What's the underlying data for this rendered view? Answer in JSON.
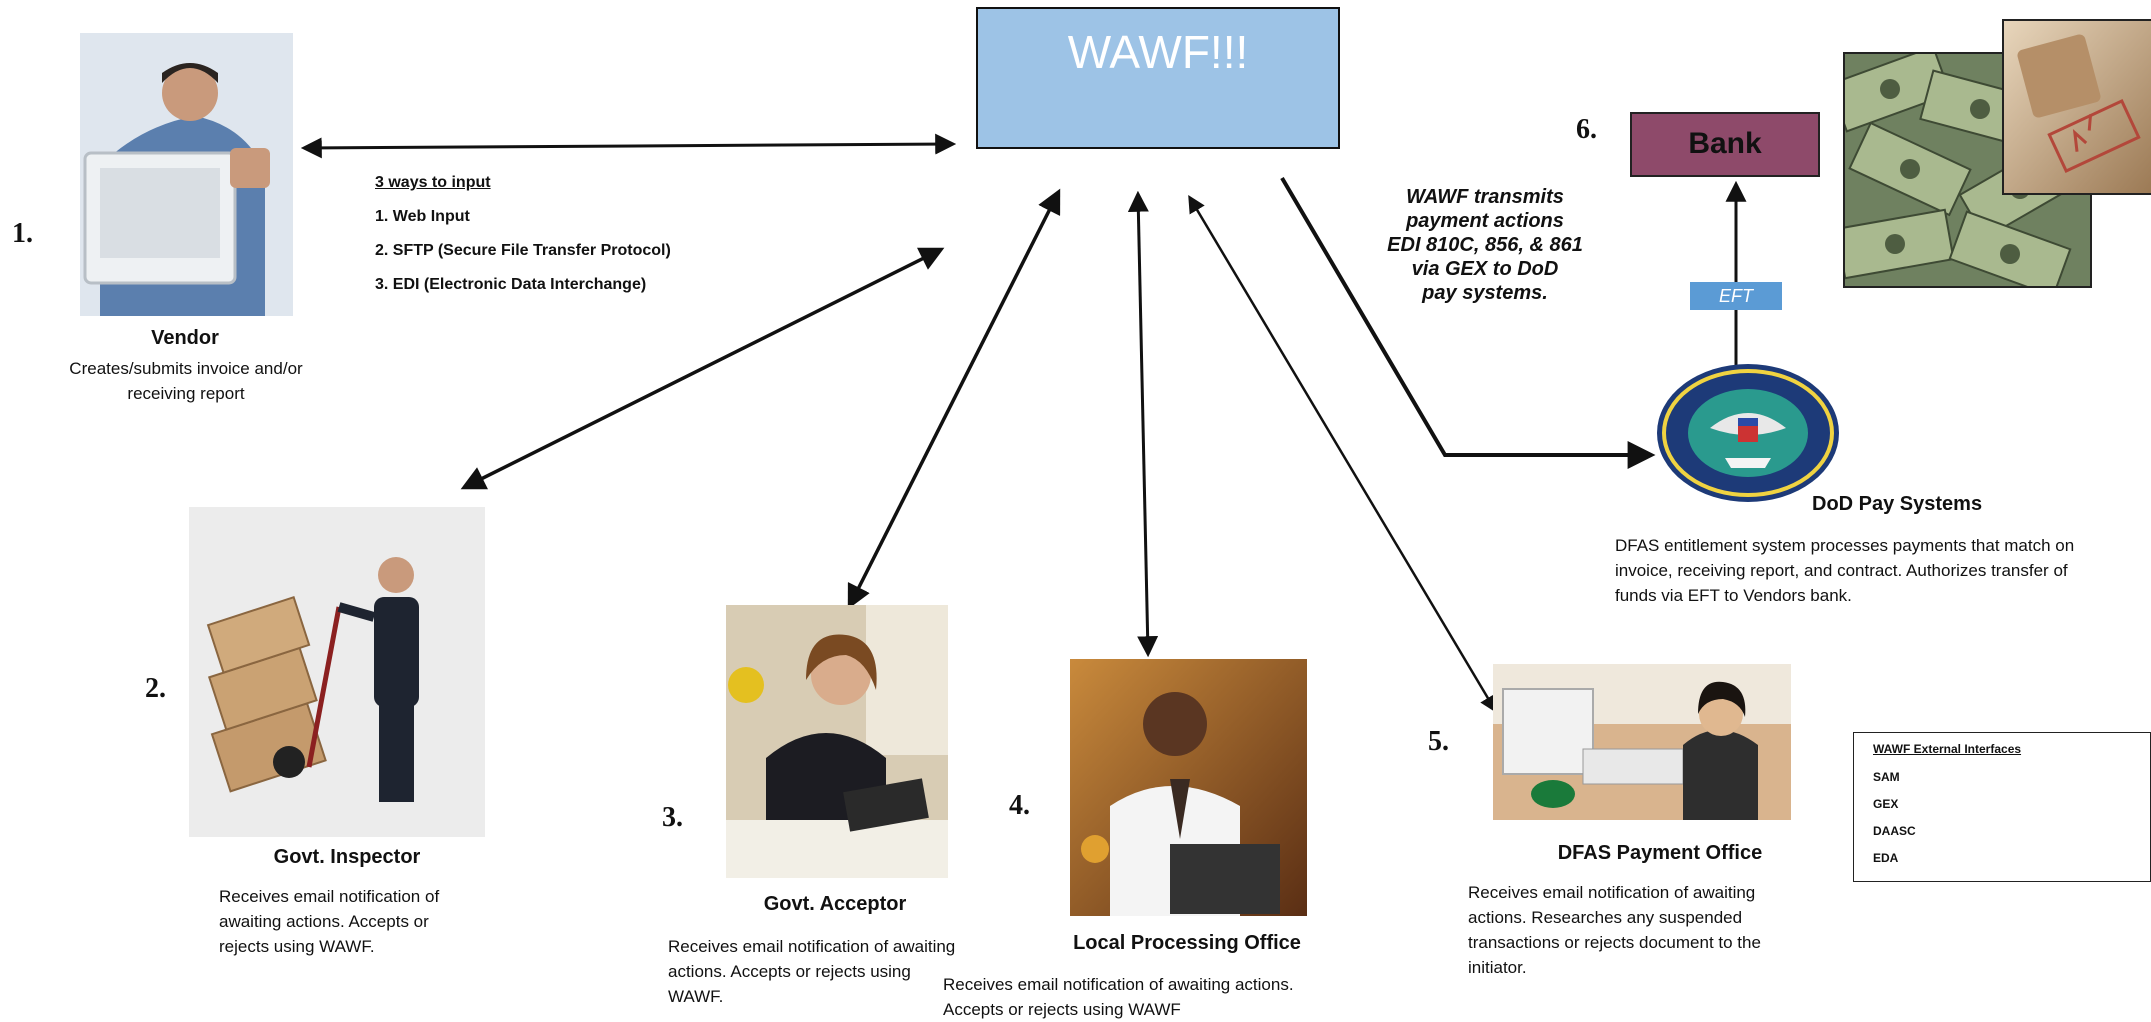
{
  "center": {
    "title": "WAWF!!!"
  },
  "input_methods": {
    "title": "3 ways to input",
    "items": [
      "1. Web Input",
      "2. SFTP (Secure File Transfer  Protocol)",
      "3. EDI (Electronic  Data Interchange)"
    ]
  },
  "transmission_note": {
    "lines": [
      "WAWF transmits",
      "payment actions",
      "EDI 810C, 856, & 861",
      "via GEX to DoD",
      "pay systems."
    ]
  },
  "bank": {
    "number": "6.",
    "label": "Bank",
    "transfer_label": "EFT"
  },
  "dod": {
    "title": "DoD Pay Systems",
    "description": [
      "DFAS entitlement system processes payments that match on",
      "invoice, receiving report, and contract.  Authorizes transfer of",
      "funds via EFT to Vendors bank."
    ]
  },
  "actors": [
    {
      "number": "1.",
      "title": "Vendor",
      "description": [
        "Creates/submits invoice and/or",
        "receiving report"
      ]
    },
    {
      "number": "2.",
      "title": "Govt. Inspector",
      "description": [
        "Receives email notification of",
        "awaiting actions.  Accepts or",
        "rejects using WAWF."
      ]
    },
    {
      "number": "3.",
      "title": "Govt. Acceptor",
      "description": [
        "Receives email notification of awaiting",
        "actions.  Accepts or rejects using",
        "WAWF."
      ]
    },
    {
      "number": "4.",
      "title": "Local Processing Office",
      "description": [
        "Receives email notification of awaiting actions.",
        "Accepts or rejects using WAWF"
      ]
    },
    {
      "number": "5.",
      "title": "DFAS Payment Office",
      "description": [
        "Receives email notification of awaiting",
        "actions.  Researches any suspended",
        "transactions or rejects document to the",
        "initiator."
      ]
    }
  ],
  "external_interfaces": {
    "title": "WAWF  External  Interfaces",
    "items": [
      "SAM",
      "GEX",
      "DAASC",
      "EDA"
    ]
  }
}
